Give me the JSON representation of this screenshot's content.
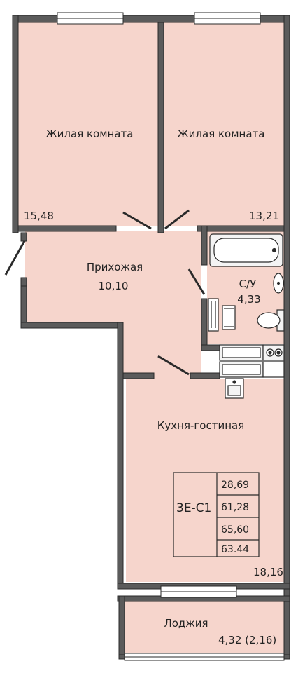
{
  "rooms": {
    "bedroom_left": {
      "name": "Жилая комната",
      "area": "15,48"
    },
    "bedroom_right": {
      "name": "Жилая комната",
      "area": "13,21"
    },
    "hallway": {
      "name": "Прихожая",
      "area": "10,10"
    },
    "bathroom": {
      "name": "С/У",
      "area": "4,33"
    },
    "kitchen_living": {
      "name": "Кухня-гостиная",
      "area": "18,16"
    },
    "loggia": {
      "name": "Лоджия",
      "area": "4,32 (2,16)"
    }
  },
  "area_box": {
    "code": "3Е-С1",
    "values": [
      "28,69",
      "61,28",
      "65,60",
      "63.44"
    ]
  },
  "colors": {
    "room_fill": "#f6d5cc",
    "wall": "#5b5b5b",
    "wall_outline": "#2a2a2a",
    "window": "#ffffff",
    "fixture_fill": "#f4f4f4"
  }
}
